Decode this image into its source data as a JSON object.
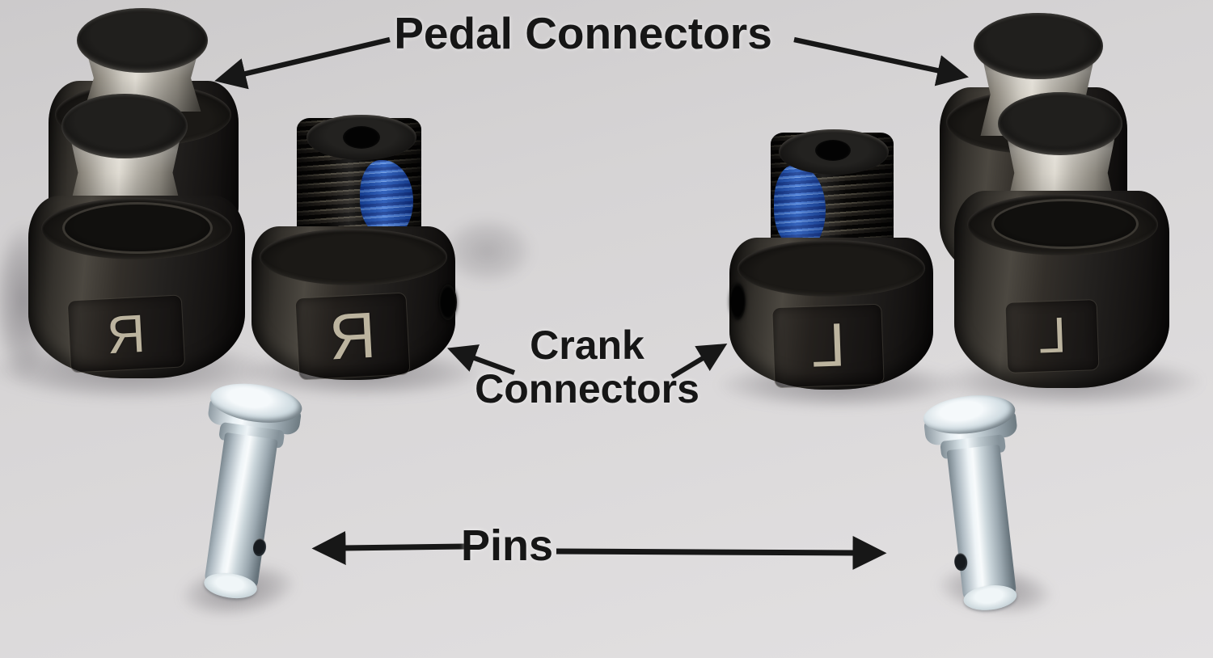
{
  "labels": {
    "pedal": "Pedal Connectors",
    "crank_line1": "Crank",
    "crank_line2": "Connectors",
    "pins": "Pins"
  },
  "letters": {
    "left_pedal_front": "R",
    "left_crank": "R",
    "right_crank": "L",
    "right_pedal_front": "L"
  },
  "colors": {
    "background_gray": "#d8d6d7",
    "annotation_black": "#161616",
    "part_body_black": "#242220",
    "steel_stub": "#cdc9c0",
    "threadlock_blue": "#3f7ae0",
    "letter_engraving": "#bcb49f",
    "pin_zinc_silver": "#eef4f7"
  }
}
